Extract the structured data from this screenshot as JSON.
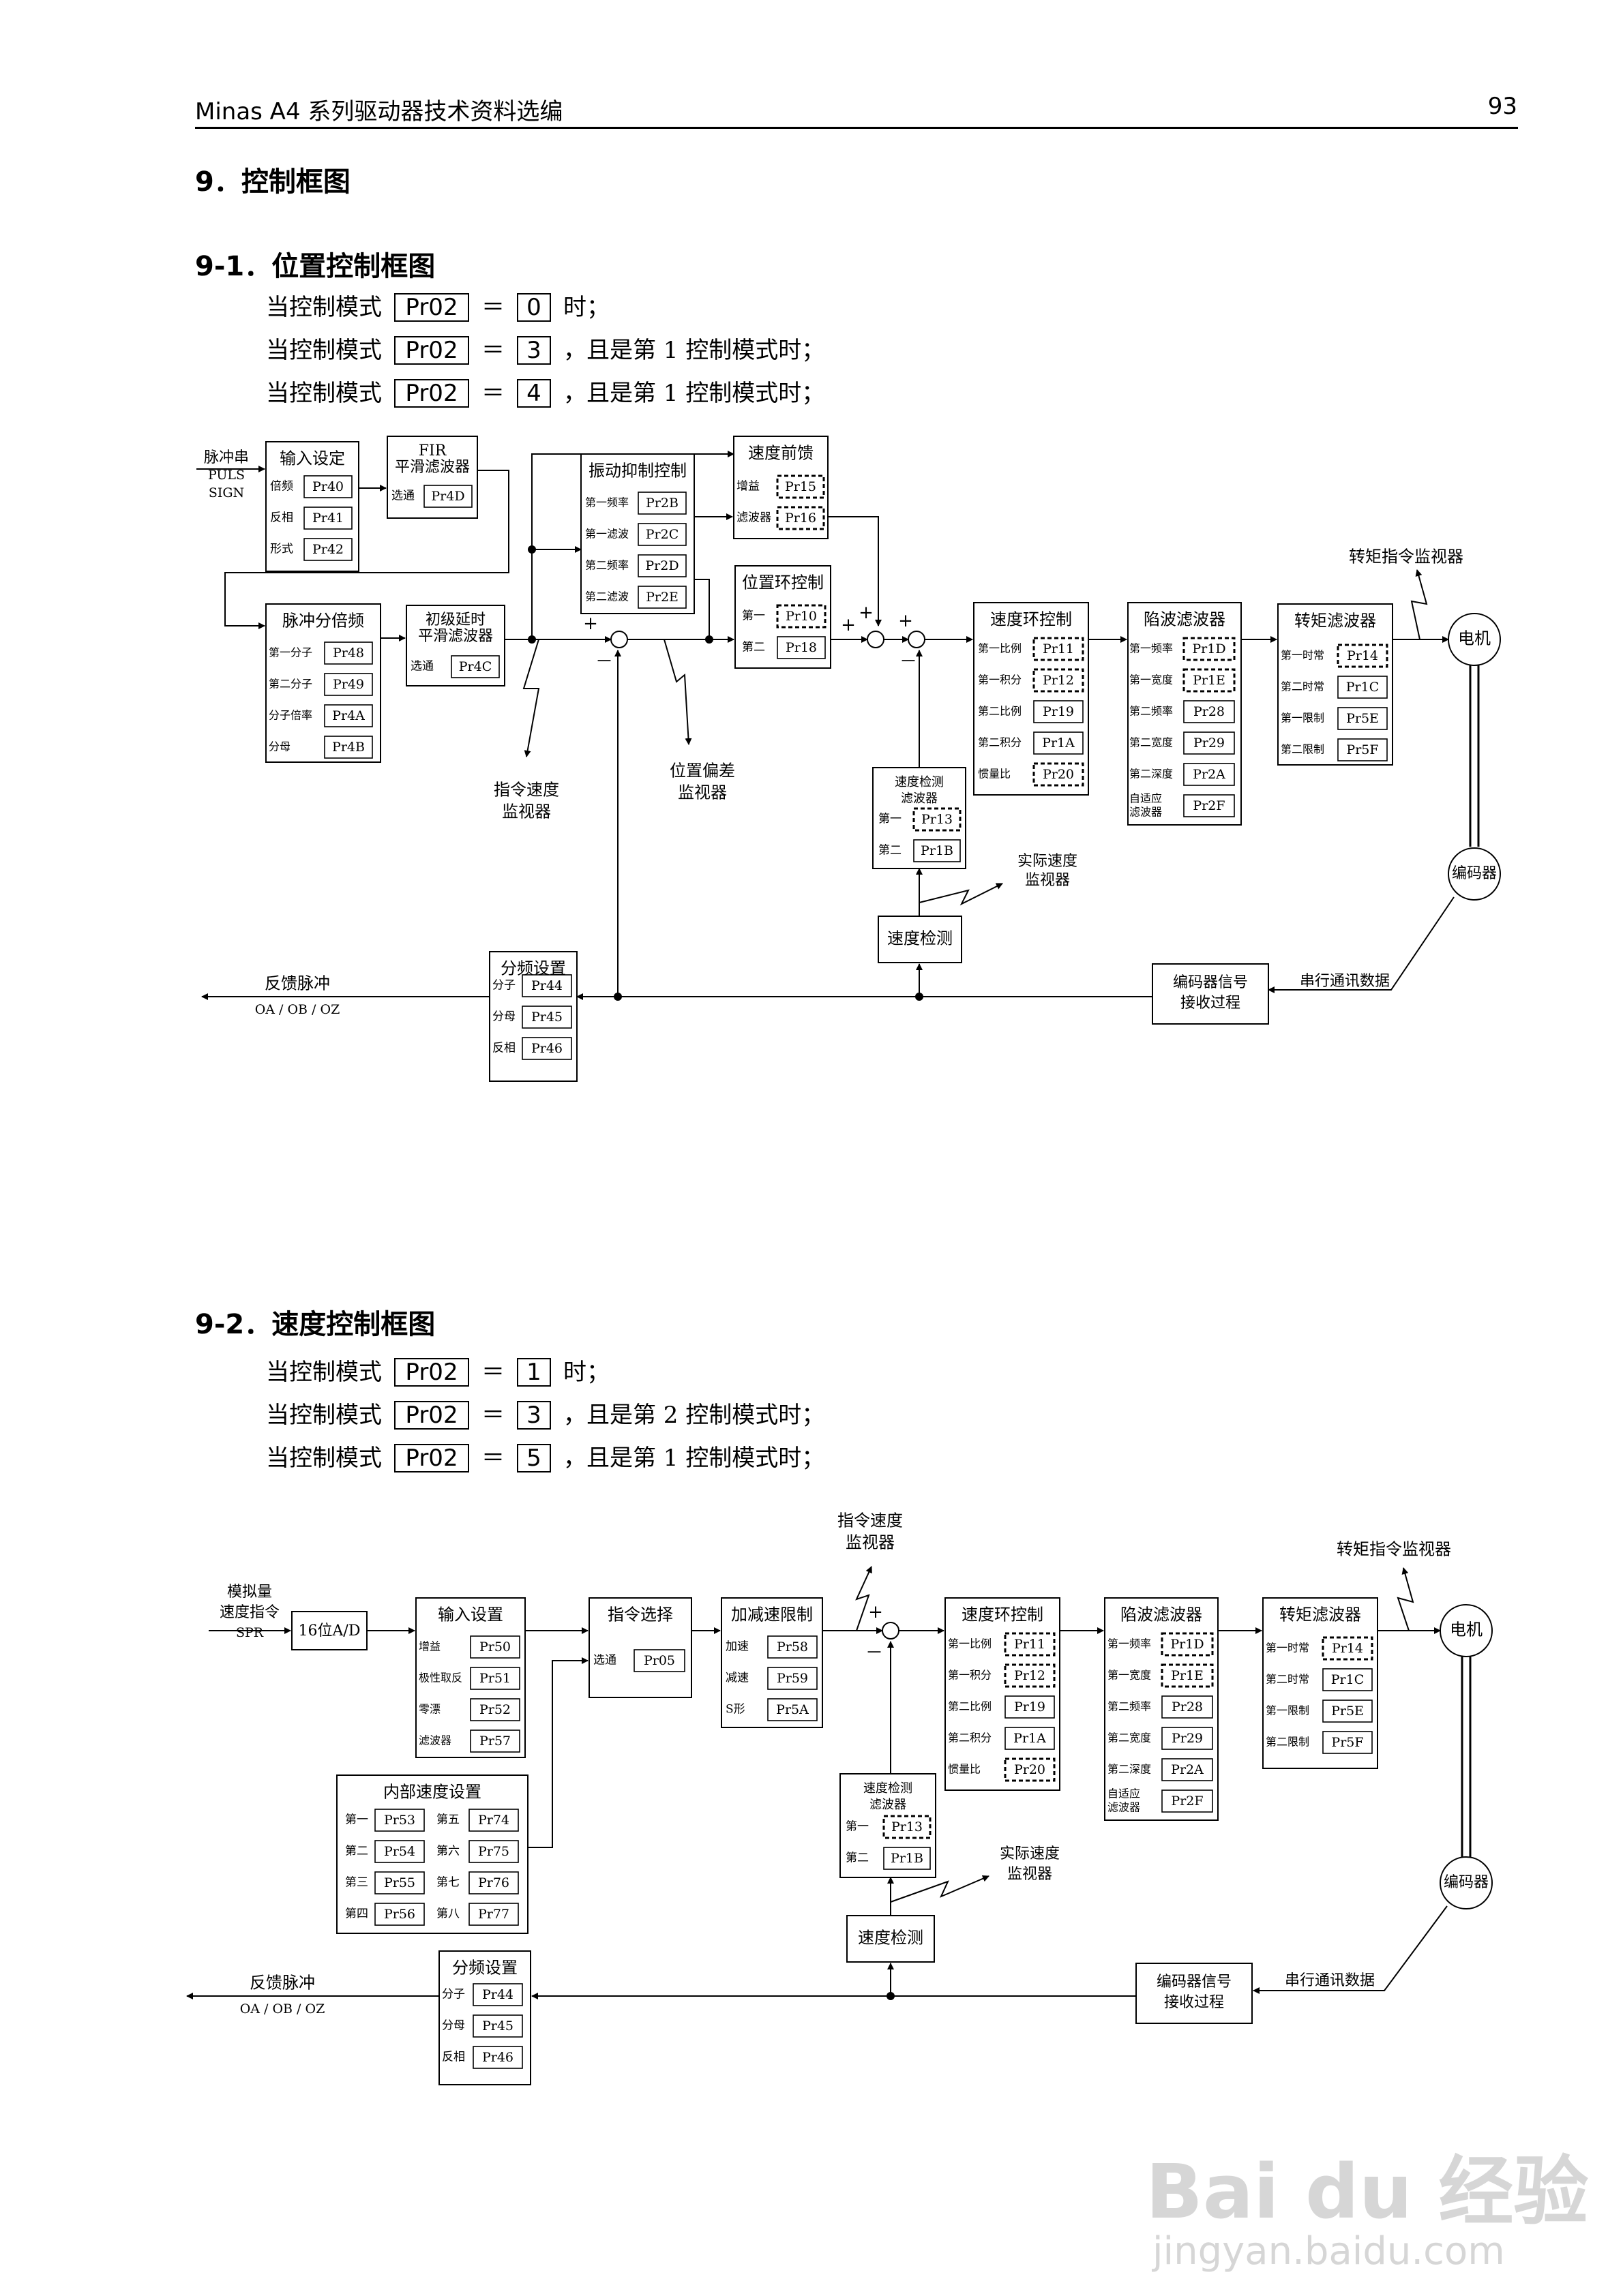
{
  "header": {
    "title": "Minas A4 系列驱动器技术资料选编",
    "page_number": "93"
  },
  "section": {
    "title": "9．控制框图"
  },
  "pos": {
    "title": "9-1．位置控制框图",
    "conditions": [
      {
        "pre": "当控制模式",
        "param": "Pr02",
        "eq": "＝",
        "value": "0",
        "post": "时；"
      },
      {
        "pre": "当控制模式",
        "param": "Pr02",
        "eq": "＝",
        "value": "3",
        "post": "，且是第 1 控制模式时；"
      },
      {
        "pre": "当控制模式",
        "param": "Pr02",
        "eq": "＝",
        "value": "4",
        "post": "，且是第 1 控制模式时；"
      }
    ],
    "diagram": {
      "in_label": [
        "脉冲串",
        "PULS",
        "SIGN"
      ],
      "input_setting": {
        "title": "输入设定",
        "rows": [
          [
            "倍频",
            "Pr40"
          ],
          [
            "反相",
            "Pr41"
          ],
          [
            "形式",
            "Pr42"
          ]
        ]
      },
      "fir": {
        "title1": "FIR",
        "title2": "平滑滤波器",
        "label": "选通",
        "param": "Pr4D"
      },
      "pulse_div": {
        "title": "脉冲分倍频",
        "rows": [
          [
            "第一分子",
            "Pr48"
          ],
          [
            "第二分子",
            "Pr49"
          ],
          [
            "分子倍率",
            "Pr4A"
          ],
          [
            "分母",
            "Pr4B"
          ]
        ]
      },
      "delay": {
        "title1": "初级延时",
        "title2": "平滑滤波器",
        "label": "选通",
        "param": "Pr4C"
      },
      "vib": {
        "title": "振动抑制控制",
        "rows": [
          [
            "第一频率",
            "Pr2B"
          ],
          [
            "第一滤波",
            "Pr2C"
          ],
          [
            "第二频率",
            "Pr2D"
          ],
          [
            "第二滤波",
            "Pr2E"
          ]
        ]
      },
      "ff": {
        "title": "速度前馈",
        "rows": [
          [
            "增益",
            "Pr15"
          ],
          [
            "滤波器",
            "Pr16"
          ]
        ]
      },
      "posloop": {
        "title": "位置环控制",
        "rows": [
          [
            "第一",
            "Pr10"
          ],
          [
            "第二",
            "Pr18"
          ]
        ]
      },
      "velloop": {
        "title": "速度环控制",
        "rows": [
          [
            "第一比例",
            "Pr11"
          ],
          [
            "第一积分",
            "Pr12"
          ],
          [
            "第二比例",
            "Pr19"
          ],
          [
            "第二积分",
            "Pr1A"
          ],
          [
            "惯量比",
            "Pr20"
          ]
        ]
      },
      "notch": {
        "title": "陷波滤波器",
        "rows": [
          [
            "第一频率",
            "Pr1D"
          ],
          [
            "第一宽度",
            "Pr1E"
          ],
          [
            "第二频率",
            "Pr28"
          ],
          [
            "第二宽度",
            "Pr29"
          ],
          [
            "第二深度",
            "Pr2A"
          ],
          [
            "自适应|滤波器",
            "Pr2F"
          ]
        ]
      },
      "tq": {
        "title": "转矩滤波器",
        "rows": [
          [
            "第一时常",
            "Pr14"
          ],
          [
            "第二时常",
            "Pr1C"
          ],
          [
            "第一限制",
            "Pr5E"
          ],
          [
            "第二限制",
            "Pr5F"
          ]
        ]
      },
      "speed_det_filter": {
        "title1": "速度检测",
        "title2": "滤波器",
        "rows": [
          [
            "第一",
            "Pr13"
          ],
          [
            "第二",
            "Pr1B"
          ]
        ]
      },
      "speed_det": "速度检测",
      "fbdiv": {
        "title": "分频设置",
        "rows": [
          [
            "分子",
            "Pr44"
          ],
          [
            "分母",
            "Pr45"
          ],
          [
            "反相",
            "Pr46"
          ]
        ]
      },
      "enc_recv": [
        "编码器信号",
        "接收过程"
      ],
      "motor": "电机",
      "encoder": "编码器",
      "mon_torque": "转矩指令监视器",
      "mon_cmd_speed": [
        "指令速度",
        "监视器"
      ],
      "mon_pos_err": [
        "位置偏差",
        "监视器"
      ],
      "mon_act_speed": [
        "实际速度",
        "监视器"
      ],
      "serial": "串行通讯数据",
      "fb_pulse": "反馈脉冲",
      "fb_pulse_sig": "OA / OB / OZ",
      "plus": "+",
      "minus": "－"
    }
  },
  "vel": {
    "title": "9-2．速度控制框图",
    "conditions": [
      {
        "pre": "当控制模式",
        "param": "Pr02",
        "eq": "＝",
        "value": "1",
        "post": "时；"
      },
      {
        "pre": "当控制模式",
        "param": "Pr02",
        "eq": "＝",
        "value": "3",
        "post": "，且是第 2 控制模式时；"
      },
      {
        "pre": "当控制模式",
        "param": "Pr02",
        "eq": "＝",
        "value": "5",
        "post": "，且是第 1 控制模式时；"
      }
    ],
    "diagram": {
      "in_label": [
        "模拟量",
        "速度指令",
        "SPR"
      ],
      "ad": "16位A/D",
      "input_setting": {
        "title": "输入设置",
        "rows": [
          [
            "增益",
            "Pr50"
          ],
          [
            "极性取反",
            "Pr51"
          ],
          [
            "零漂",
            "Pr52"
          ],
          [
            "滤波器",
            "Pr57"
          ]
        ]
      },
      "internal": {
        "title": "内部速度设置",
        "left": [
          [
            "第一",
            "Pr53"
          ],
          [
            "第二",
            "Pr54"
          ],
          [
            "第三",
            "Pr55"
          ],
          [
            "第四",
            "Pr56"
          ]
        ],
        "right": [
          [
            "第五",
            "Pr74"
          ],
          [
            "第六",
            "Pr75"
          ],
          [
            "第七",
            "Pr76"
          ],
          [
            "第八",
            "Pr77"
          ]
        ]
      },
      "cmd_sel": {
        "title": "指令选择",
        "label": "选通",
        "param": "Pr05"
      },
      "accel": {
        "title": "加减速限制",
        "rows": [
          [
            "加速",
            "Pr58"
          ],
          [
            "减速",
            "Pr59"
          ],
          [
            "S形",
            "Pr5A"
          ]
        ]
      },
      "velloop": {
        "title": "速度环控制",
        "rows": [
          [
            "第一比例",
            "Pr11"
          ],
          [
            "第一积分",
            "Pr12"
          ],
          [
            "第二比例",
            "Pr19"
          ],
          [
            "第二积分",
            "Pr1A"
          ],
          [
            "惯量比",
            "Pr20"
          ]
        ]
      },
      "notch": {
        "title": "陷波滤波器",
        "rows": [
          [
            "第一频率",
            "Pr1D"
          ],
          [
            "第一宽度",
            "Pr1E"
          ],
          [
            "第二频率",
            "Pr28"
          ],
          [
            "第二宽度",
            "Pr29"
          ],
          [
            "第二深度",
            "Pr2A"
          ],
          [
            "自适应|滤波器",
            "Pr2F"
          ]
        ]
      },
      "tq": {
        "title": "转矩滤波器",
        "rows": [
          [
            "第一时常",
            "Pr14"
          ],
          [
            "第二时常",
            "Pr1C"
          ],
          [
            "第一限制",
            "Pr5E"
          ],
          [
            "第二限制",
            "Pr5F"
          ]
        ]
      },
      "speed_det_filter": {
        "title1": "速度检测",
        "title2": "滤波器",
        "rows": [
          [
            "第一",
            "Pr13"
          ],
          [
            "第二",
            "Pr1B"
          ]
        ]
      },
      "speed_det": "速度检测",
      "fbdiv": {
        "title": "分频设置",
        "rows": [
          [
            "分子",
            "Pr44"
          ],
          [
            "分母",
            "Pr45"
          ],
          [
            "反相",
            "Pr46"
          ]
        ]
      },
      "enc_recv": [
        "编码器信号",
        "接收过程"
      ],
      "motor": "电机",
      "encoder": "编码器",
      "mon_torque": "转矩指令监视器",
      "mon_cmd_speed": [
        "指令速度",
        "监视器"
      ],
      "mon_act_speed": [
        "实际速度",
        "监视器"
      ],
      "serial": "串行通讯数据",
      "fb_pulse": "反馈脉冲",
      "fb_pulse_sig": "OA / OB / OZ",
      "plus": "+",
      "minus": "－"
    }
  },
  "watermark": {
    "brand": "Bai du 经验",
    "url": "jingyan.baidu.com"
  }
}
